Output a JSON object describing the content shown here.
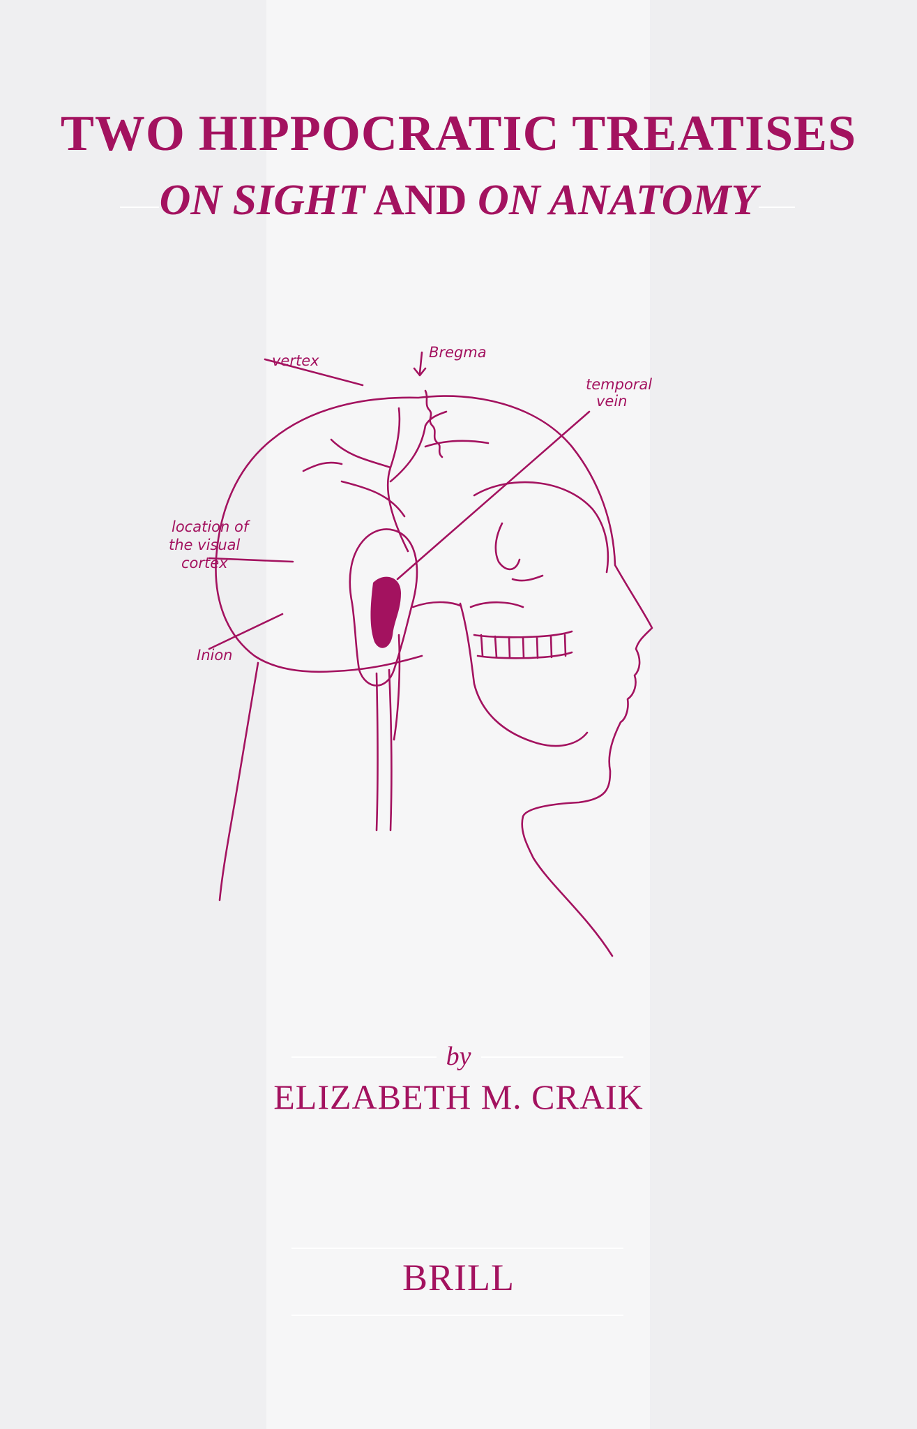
{
  "title": {
    "line1": "TWO HIPPOCRATIC TREATISES",
    "line2_part1": "ON SIGHT",
    "line2_part2": "AND",
    "line2_part3": "ON ANATOMY"
  },
  "illustration": {
    "labels": {
      "vertex": "vertex",
      "bregma": "Bregma",
      "temporal_vein_1": "temporal",
      "temporal_vein_2": "vein",
      "location_1": "location of",
      "location_2": "the visual",
      "location_3": "cortex",
      "inion": "Inion"
    }
  },
  "byline": {
    "by": "by",
    "author": "ELIZABETH M. CRAIK"
  },
  "publisher": "BRILL",
  "colors": {
    "ink": "#a3125f",
    "background": "#efeff1",
    "center_band": "#f6f6f7"
  }
}
